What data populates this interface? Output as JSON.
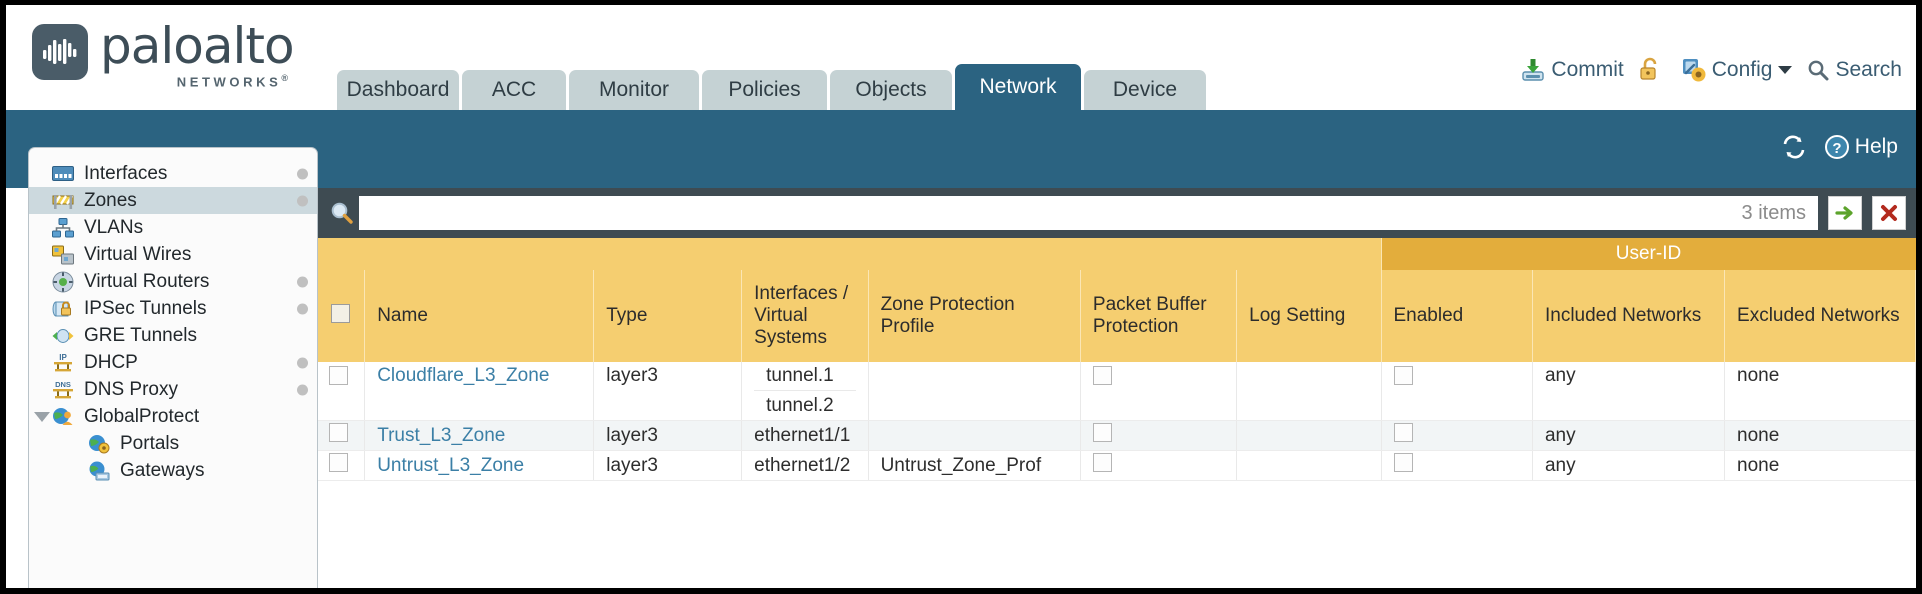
{
  "brand": {
    "name": "paloalto",
    "sub": "NETWORKS",
    "registered": "®"
  },
  "tabs": [
    {
      "label": "Dashboard",
      "active": false
    },
    {
      "label": "ACC",
      "active": false
    },
    {
      "label": "Monitor",
      "active": false
    },
    {
      "label": "Policies",
      "active": false
    },
    {
      "label": "Objects",
      "active": false
    },
    {
      "label": "Network",
      "active": true
    },
    {
      "label": "Device",
      "active": false
    }
  ],
  "top_actions": {
    "commit": "Commit",
    "commit_icon": "commit-save-icon",
    "lock_icon": "padlock-unlocked-icon",
    "config": "Config",
    "config_icon": "config-wrench-key-icon",
    "config_caret": "chevron-down-icon",
    "search": "Search",
    "search_icon": "magnifier-icon"
  },
  "band": {
    "refresh_icon": "refresh-icon",
    "help": "Help",
    "help_icon": "question-circle-icon"
  },
  "sidebar": {
    "items": [
      {
        "label": "Interfaces",
        "icon": "interfaces-icon",
        "selected": false,
        "dot": true,
        "child": false,
        "expander": false
      },
      {
        "label": "Zones",
        "icon": "zones-barrier-icon",
        "selected": true,
        "dot": true,
        "child": false,
        "expander": false
      },
      {
        "label": "VLANs",
        "icon": "vlans-icon",
        "selected": false,
        "dot": false,
        "child": false,
        "expander": false
      },
      {
        "label": "Virtual Wires",
        "icon": "virtual-wires-icon",
        "selected": false,
        "dot": false,
        "child": false,
        "expander": false
      },
      {
        "label": "Virtual Routers",
        "icon": "virtual-routers-icon",
        "selected": false,
        "dot": true,
        "child": false,
        "expander": false
      },
      {
        "label": "IPSec Tunnels",
        "icon": "ipsec-tunnels-icon",
        "selected": false,
        "dot": true,
        "child": false,
        "expander": false
      },
      {
        "label": "GRE Tunnels",
        "icon": "gre-tunnels-icon",
        "selected": false,
        "dot": false,
        "child": false,
        "expander": false
      },
      {
        "label": "DHCP",
        "icon": "dhcp-icon",
        "selected": false,
        "dot": true,
        "child": false,
        "expander": false
      },
      {
        "label": "DNS Proxy",
        "icon": "dns-proxy-icon",
        "selected": false,
        "dot": true,
        "child": false,
        "expander": false
      },
      {
        "label": "GlobalProtect",
        "icon": "globalprotect-icon",
        "selected": false,
        "dot": false,
        "child": false,
        "expander": true
      },
      {
        "label": "Portals",
        "icon": "portals-icon",
        "selected": false,
        "dot": false,
        "child": true,
        "expander": false
      },
      {
        "label": "Gateways",
        "icon": "gateways-icon",
        "selected": false,
        "dot": false,
        "child": true,
        "expander": false
      }
    ]
  },
  "search": {
    "value": "",
    "placeholder": "",
    "items_count": "3 items",
    "apply_icon": "green-arrow-apply-icon",
    "clear_icon": "red-x-clear-icon"
  },
  "table": {
    "group_header": "User-ID",
    "columns": {
      "name": "Name",
      "type": "Type",
      "interfaces": "Interfaces / Virtual Systems",
      "zone_protection": "Zone Protection Profile",
      "packet_buffer": "Packet Buffer Protection",
      "log_setting": "Log Setting",
      "enabled": "Enabled",
      "included": "Included Networks",
      "excluded": "Excluded Networks"
    },
    "rows": [
      {
        "selected": false,
        "name": "Cloudflare_L3_Zone",
        "type": "layer3",
        "interfaces": [
          "tunnel.1",
          "tunnel.2"
        ],
        "zone_protection": "",
        "packet_buffer_checked": false,
        "log_setting": "",
        "userid_enabled_checked": false,
        "included_networks": "any",
        "excluded_networks": "none"
      },
      {
        "selected": false,
        "name": "Trust_L3_Zone",
        "type": "layer3",
        "interfaces": [
          "ethernet1/1"
        ],
        "zone_protection": "",
        "packet_buffer_checked": false,
        "log_setting": "",
        "userid_enabled_checked": false,
        "included_networks": "any",
        "excluded_networks": "none"
      },
      {
        "selected": false,
        "name": "Untrust_L3_Zone",
        "type": "layer3",
        "interfaces": [
          "ethernet1/2"
        ],
        "zone_protection": "Untrust_Zone_Prof",
        "packet_buffer_checked": false,
        "log_setting": "",
        "userid_enabled_checked": false,
        "included_networks": "any",
        "excluded_networks": "none"
      }
    ]
  },
  "colors": {
    "brand_blue": "#2b6381",
    "table_header_amber": "#f5ce70",
    "group_header_amber": "#e3ad3c",
    "searchbar_slate": "#3e4b52",
    "link_blue": "#3b7fa6",
    "tab_inactive": "#c5d2d4"
  }
}
